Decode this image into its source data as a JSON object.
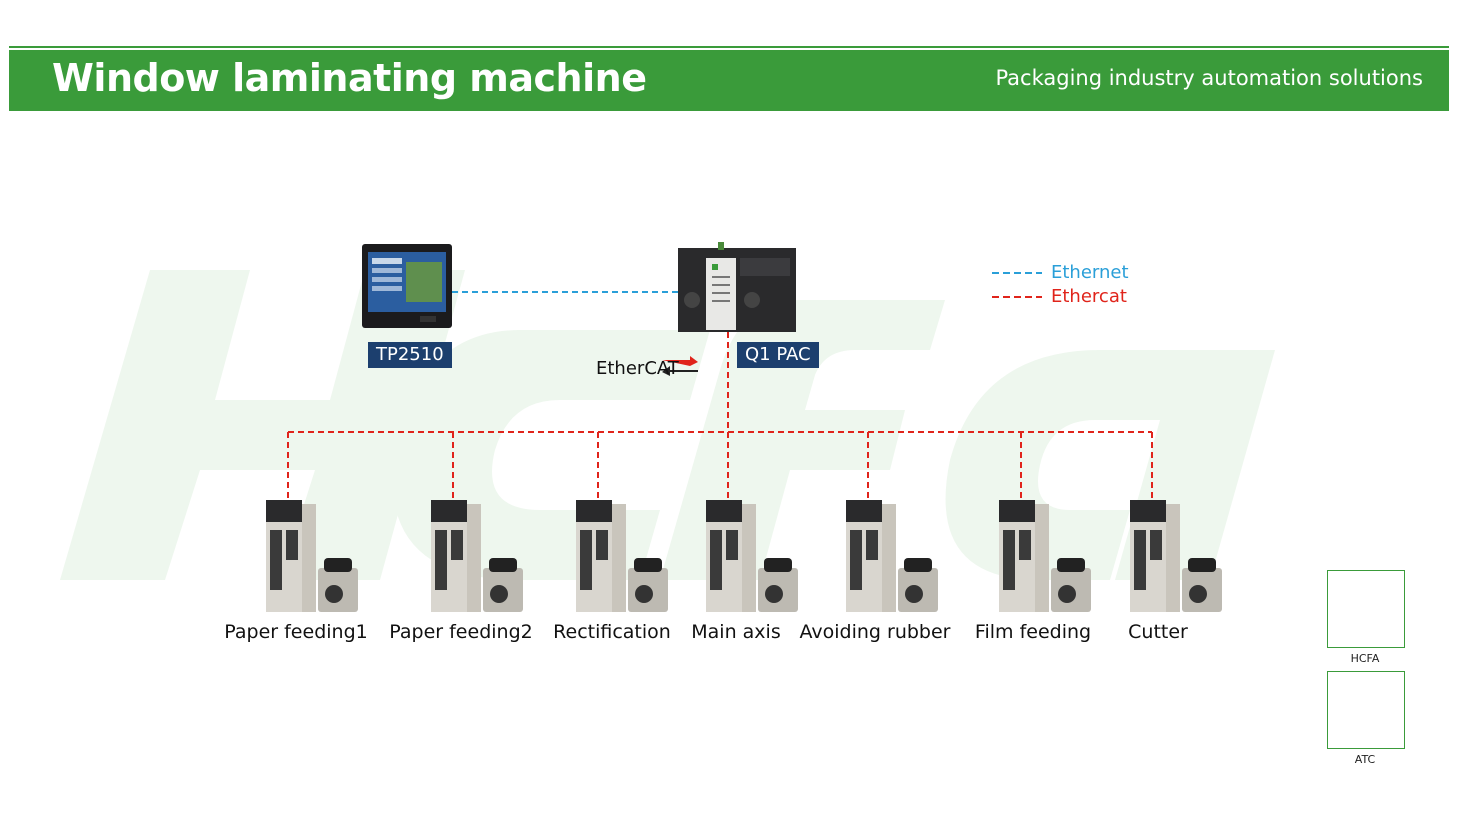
{
  "header": {
    "title": "Window laminating machine",
    "subtitle": "Packaging industry automation solutions"
  },
  "devices": {
    "hmi_label": "TP2510",
    "pac_label": "Q1 PAC"
  },
  "protocol_logo": "EtherCAT",
  "legend": {
    "ethernet": {
      "label": "Ethernet",
      "color": "#2a9fd8"
    },
    "ethercat": {
      "label": "Ethercat",
      "color": "#e0241b"
    }
  },
  "servos": [
    {
      "label": "Paper feeding1"
    },
    {
      "label": "Paper feeding2"
    },
    {
      "label": "Rectification"
    },
    {
      "label": "Main axis"
    },
    {
      "label": "Avoiding rubber"
    },
    {
      "label": "Film feeding"
    },
    {
      "label": "Cutter"
    }
  ],
  "qr_codes": [
    {
      "caption": "HCFA"
    },
    {
      "caption": "ATC"
    }
  ],
  "colors": {
    "brand_green": "#3a9b3a",
    "label_navy": "#1c3f6e"
  }
}
